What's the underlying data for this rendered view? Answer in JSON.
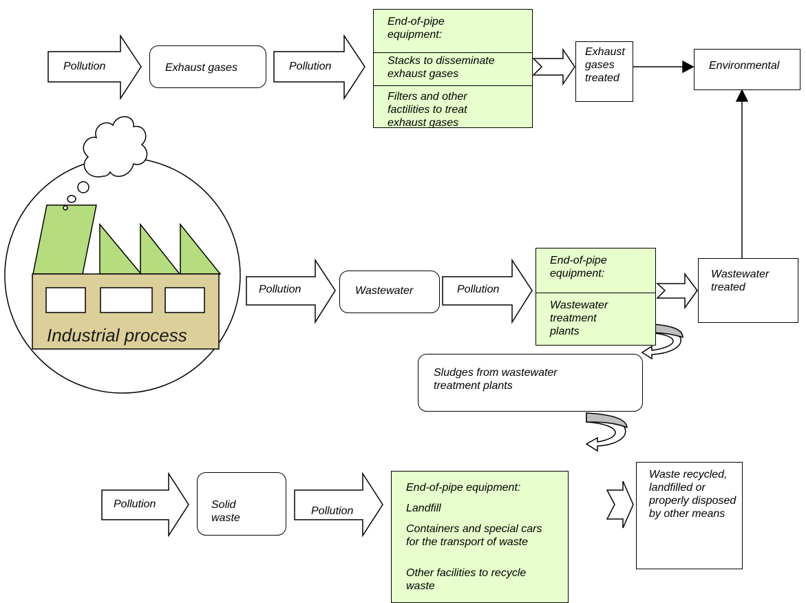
{
  "colors": {
    "green_fill": "#e6ffcc",
    "factory_green": "#b5dc7d",
    "factory_wall": "#dccf99",
    "stroke": "#000000"
  },
  "icons": [
    "cloud-icon",
    "factory-icon",
    "curved-arrow-icon"
  ],
  "labels": {
    "pollution": "Pollution",
    "exhaust_gases": "Exhaust gases",
    "wastewater": "Wastewater",
    "solid_waste_l1": "Solid",
    "solid_waste_l2": "waste",
    "industrial_process": "Industrial process",
    "exhaust_treated_l1": "Exhaust",
    "exhaust_treated_l2": "gases",
    "exhaust_treated_l3": "treated",
    "environmental": "Environmental",
    "wastewater_treated_l1": "Wastewater",
    "wastewater_treated_l2": "treated",
    "sludges_l1": "Sludges from wastewater",
    "sludges_l2": "treatment plants",
    "waste_recycled_l1": "Waste recycled,",
    "waste_recycled_l2": "landfilled or",
    "waste_recycled_l3": "properly disposed",
    "waste_recycled_l4": "by other means"
  },
  "gas_equipment": {
    "title_l1": "End-of-pipe",
    "title_l2": "equipment:",
    "item1_l1": "Stacks to disseminate",
    "item1_l2": "exhaust gases",
    "item2_l1": "Filters and other",
    "item2_l2": "factilities to treat",
    "item2_l3": "exhaust gases"
  },
  "water_equipment": {
    "title_l1": "End-of-pipe",
    "title_l2": "equipment:",
    "item1_l1": "Wastewater",
    "item1_l2": "treatment",
    "item1_l3": "plants"
  },
  "solid_equipment": {
    "title": "End-of-pipe equipment:",
    "item1": "Landfill",
    "item2_l1": "Containers and special cars",
    "item2_l2": "for the transport of waste",
    "item3_l1": "Other facilities to recycle",
    "item3_l2": "waste"
  }
}
